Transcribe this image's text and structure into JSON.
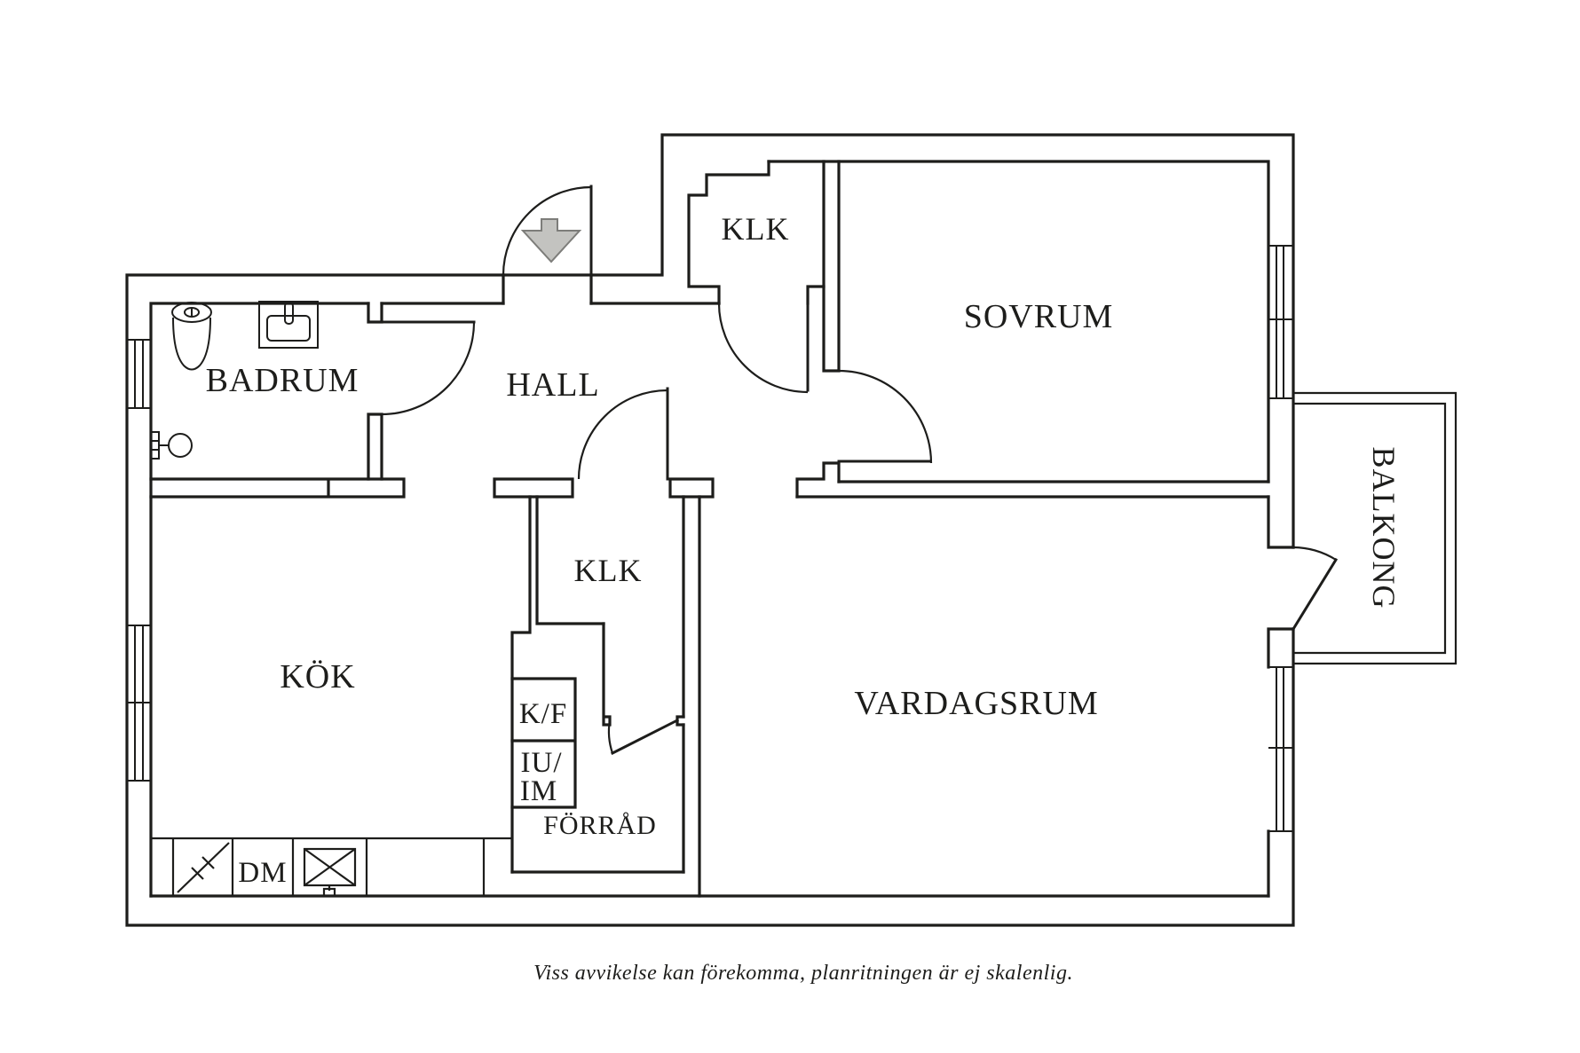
{
  "floorplan": {
    "labels": {
      "badrum": "BADRUM",
      "hall": "HALL",
      "klk_top": "KLK",
      "sovrum": "SOVRUM",
      "balkong": "BALKONG",
      "kok": "KÖK",
      "klk_mid": "KLK",
      "vardagsrum": "VARDAGSRUM",
      "forrad": "FÖRRÅD",
      "kf": "K/F",
      "iu": "IU/",
      "im": "IM",
      "dm": "DM"
    },
    "disclaimer": "Viss avvikelse kan förekomma, planritningen är ej skalenlig.",
    "colors": {
      "line": "#1d1d1b",
      "arrow_fill": "#c3c3c0",
      "arrow_stroke": "#7d7d7a"
    }
  }
}
